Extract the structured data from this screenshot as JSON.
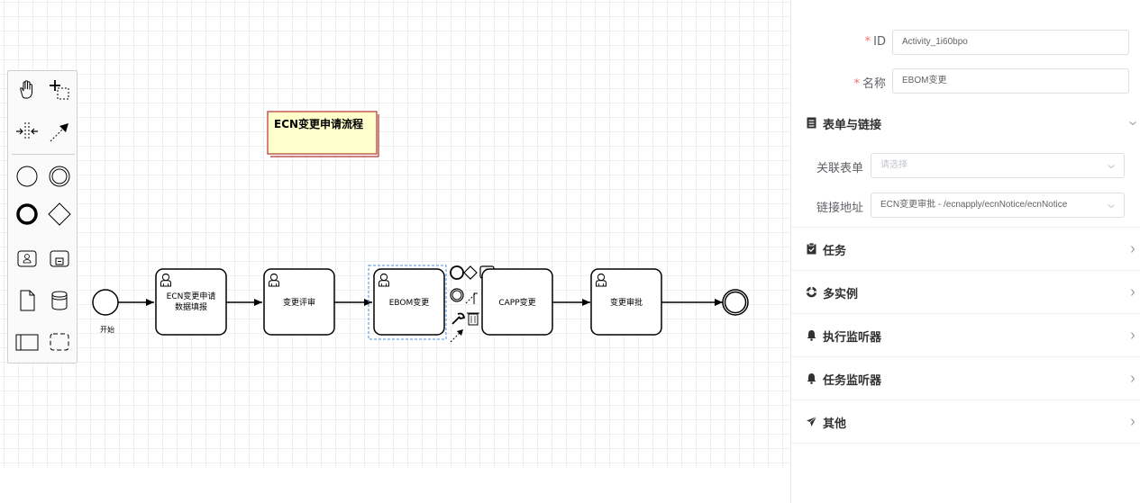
{
  "diagram": {
    "title_annotation": "ECN变更申请流程",
    "start_event_label": "开始",
    "tasks": [
      {
        "id": "task-ecn-apply",
        "label_line1": "ECN变更申请",
        "label_line2": "数据填报"
      },
      {
        "id": "task-review",
        "label_line1": "变更评审",
        "label_line2": ""
      },
      {
        "id": "task-ebom",
        "label_line1": "EBOM变更",
        "label_line2": ""
      },
      {
        "id": "task-capp",
        "label_line1": "CAPP变更",
        "label_line2": ""
      },
      {
        "id": "task-approve",
        "label_line1": "变更审批",
        "label_line2": ""
      }
    ],
    "selected_task": "task-ebom"
  },
  "palette": {
    "tools": [
      "hand-tool-icon",
      "lasso-tool-icon",
      "space-tool-icon",
      "global-connect-icon"
    ],
    "shapes": [
      "start-event-icon",
      "intermediate-event-icon",
      "end-event-icon",
      "gateway-icon",
      "user-task-icon",
      "subprocess-icon",
      "data-object-icon",
      "data-store-icon",
      "pool-icon",
      "group-icon"
    ]
  },
  "panel": {
    "id_label": "ID",
    "id_value": "Activity_1i60bpo",
    "name_label": "名称",
    "name_value": "EBOM变更",
    "sections": {
      "form_link": "表单与链接",
      "task": "任务",
      "multi_instance": "多实例",
      "execution_listener": "执行监听器",
      "task_listener": "任务监听器",
      "other": "其他"
    },
    "form_select": {
      "label": "关联表单",
      "placeholder": "请选择"
    },
    "link_select": {
      "label": "链接地址",
      "value": "ECN变更审批 - /ecnapply/ecnNotice/ecnNotice"
    }
  }
}
